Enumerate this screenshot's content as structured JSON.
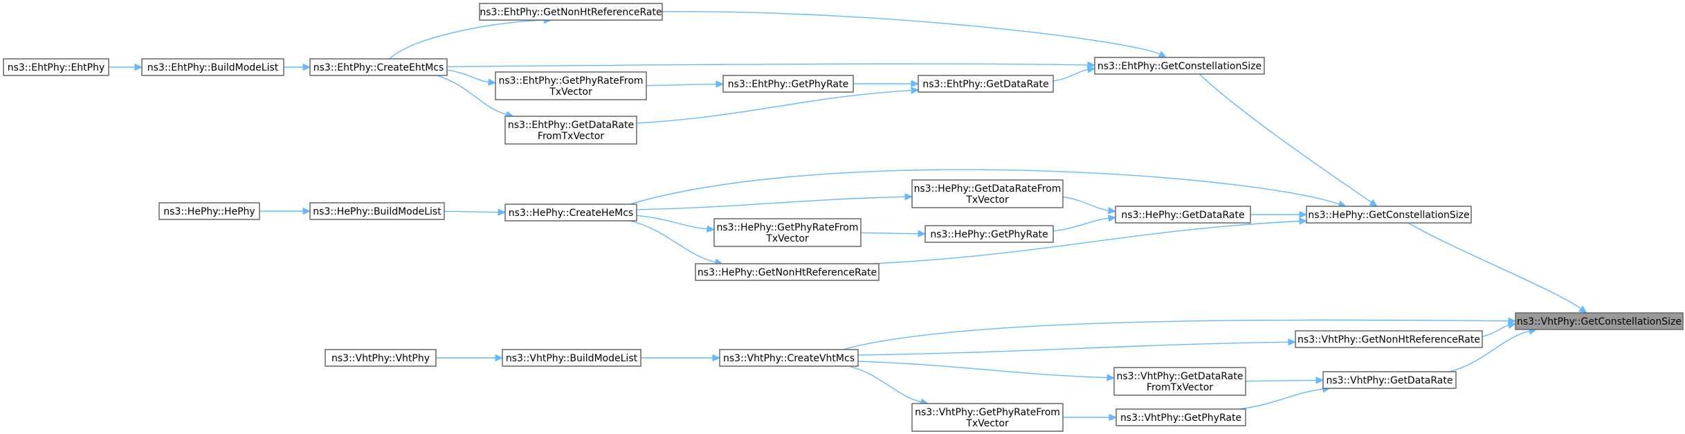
{
  "title": "",
  "colors": {
    "edge": "#63b8ff",
    "node_border": "#666666",
    "highlight_fill": "#999999",
    "node_fill": "#ffffff"
  },
  "nodes": [
    {
      "id": "eht_nonht",
      "lines": [
        "ns3::EhtPhy::GetNonHtReferenceRate"
      ]
    },
    {
      "id": "eht_ctor",
      "lines": [
        "ns3::EhtPhy::EhtPhy"
      ]
    },
    {
      "id": "eht_build",
      "lines": [
        "ns3::EhtPhy::BuildModeList"
      ]
    },
    {
      "id": "eht_create",
      "lines": [
        "ns3::EhtPhy::CreateEhtMcs"
      ]
    },
    {
      "id": "eht_getconst",
      "lines": [
        "ns3::EhtPhy::GetConstellationSize"
      ]
    },
    {
      "id": "eht_phyratetx",
      "lines": [
        "ns3::EhtPhy::GetPhyRateFrom",
        "TxVector"
      ]
    },
    {
      "id": "eht_phyrate",
      "lines": [
        "ns3::EhtPhy::GetPhyRate"
      ]
    },
    {
      "id": "eht_datarate",
      "lines": [
        "ns3::EhtPhy::GetDataRate"
      ]
    },
    {
      "id": "eht_dataratetx",
      "lines": [
        "ns3::EhtPhy::GetDataRate",
        "FromTxVector"
      ]
    },
    {
      "id": "he_dataratetx",
      "lines": [
        "ns3::HePhy::GetDataRateFrom",
        "TxVector"
      ]
    },
    {
      "id": "he_ctor",
      "lines": [
        "ns3::HePhy::HePhy"
      ]
    },
    {
      "id": "he_build",
      "lines": [
        "ns3::HePhy::BuildModeList"
      ]
    },
    {
      "id": "he_create",
      "lines": [
        "ns3::HePhy::CreateHeMcs"
      ]
    },
    {
      "id": "he_datarate",
      "lines": [
        "ns3::HePhy::GetDataRate"
      ]
    },
    {
      "id": "he_getconst",
      "lines": [
        "ns3::HePhy::GetConstellationSize"
      ]
    },
    {
      "id": "he_phyratetx",
      "lines": [
        "ns3::HePhy::GetPhyRateFrom",
        "TxVector"
      ]
    },
    {
      "id": "he_phyrate",
      "lines": [
        "ns3::HePhy::GetPhyRate"
      ]
    },
    {
      "id": "he_nonht",
      "lines": [
        "ns3::HePhy::GetNonHtReferenceRate"
      ]
    },
    {
      "id": "vht_getconst",
      "lines": [
        "ns3::VhtPhy::GetConstellationSize"
      ],
      "highlight": true
    },
    {
      "id": "vht_ctor",
      "lines": [
        "ns3::VhtPhy::VhtPhy"
      ]
    },
    {
      "id": "vht_build",
      "lines": [
        "ns3::VhtPhy::BuildModeList"
      ]
    },
    {
      "id": "vht_create",
      "lines": [
        "ns3::VhtPhy::CreateVhtMcs"
      ]
    },
    {
      "id": "vht_nonht",
      "lines": [
        "ns3::VhtPhy::GetNonHtReferenceRate"
      ]
    },
    {
      "id": "vht_dataratetx",
      "lines": [
        "ns3::VhtPhy::GetDataRate",
        "FromTxVector"
      ]
    },
    {
      "id": "vht_datarate",
      "lines": [
        "ns3::VhtPhy::GetDataRate"
      ]
    },
    {
      "id": "vht_phyratetx",
      "lines": [
        "ns3::VhtPhy::GetPhyRateFrom",
        "TxVector"
      ]
    },
    {
      "id": "vht_phyrate",
      "lines": [
        "ns3::VhtPhy::GetPhyRate"
      ]
    }
  ],
  "edges": [
    [
      "eht_ctor",
      "eht_build"
    ],
    [
      "eht_build",
      "eht_create"
    ],
    [
      "eht_create",
      "eht_nonht"
    ],
    [
      "eht_create",
      "eht_getconst"
    ],
    [
      "eht_create",
      "eht_phyratetx"
    ],
    [
      "eht_create",
      "eht_dataratetx"
    ],
    [
      "eht_nonht",
      "eht_getconst"
    ],
    [
      "eht_phyratetx",
      "eht_phyrate"
    ],
    [
      "eht_phyrate",
      "eht_datarate"
    ],
    [
      "eht_dataratetx",
      "eht_datarate"
    ],
    [
      "eht_datarate",
      "eht_getconst"
    ],
    [
      "eht_getconst",
      "he_getconst"
    ],
    [
      "he_ctor",
      "he_build"
    ],
    [
      "he_build",
      "he_create"
    ],
    [
      "he_create",
      "he_getconst"
    ],
    [
      "he_create",
      "he_dataratetx"
    ],
    [
      "he_create",
      "he_phyratetx"
    ],
    [
      "he_create",
      "he_nonht"
    ],
    [
      "he_dataratetx",
      "he_datarate"
    ],
    [
      "he_phyratetx",
      "he_phyrate"
    ],
    [
      "he_phyrate",
      "he_datarate"
    ],
    [
      "he_datarate",
      "he_getconst"
    ],
    [
      "he_nonht",
      "he_getconst"
    ],
    [
      "he_getconst",
      "vht_getconst"
    ],
    [
      "vht_ctor",
      "vht_build"
    ],
    [
      "vht_build",
      "vht_create"
    ],
    [
      "vht_create",
      "vht_getconst"
    ],
    [
      "vht_create",
      "vht_nonht"
    ],
    [
      "vht_create",
      "vht_dataratetx"
    ],
    [
      "vht_create",
      "vht_phyratetx"
    ],
    [
      "vht_nonht",
      "vht_getconst"
    ],
    [
      "vht_dataratetx",
      "vht_datarate"
    ],
    [
      "vht_phyratetx",
      "vht_phyrate"
    ],
    [
      "vht_phyrate",
      "vht_datarate"
    ],
    [
      "vht_datarate",
      "vht_getconst"
    ]
  ]
}
